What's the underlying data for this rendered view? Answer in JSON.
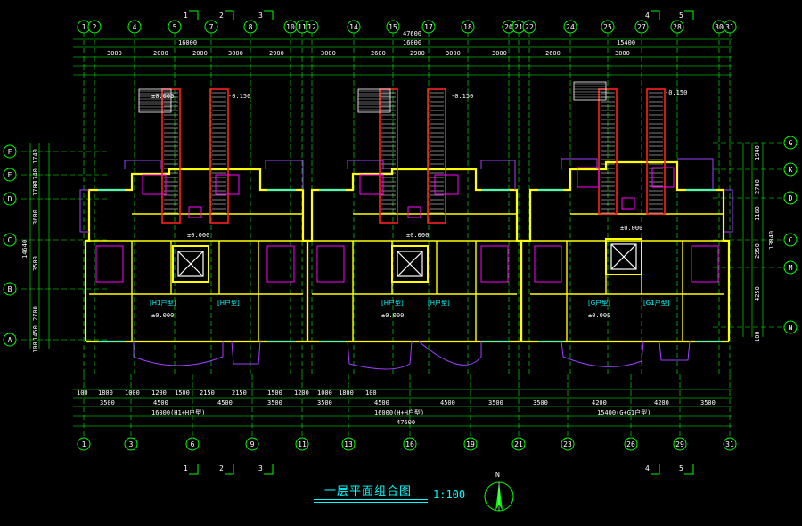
{
  "title": "一层平面组合图",
  "scale": "1:100",
  "north_label": "N",
  "colors": {
    "axis": "#00ff00",
    "wall": "#ffff00",
    "cyan": "#00ffff",
    "magenta": "#ff00ff",
    "red": "#ff2020",
    "purple": "#a040ff"
  },
  "axes_top": [
    "1",
    "2",
    "4",
    "5",
    "7",
    "8",
    "10",
    "11",
    "12",
    "14",
    "15",
    "17",
    "18",
    "20",
    "21",
    "22",
    "24",
    "25",
    "27",
    "28",
    "30",
    "31"
  ],
  "axes_bottom": [
    "1",
    "3",
    "6",
    "9",
    "11",
    "13",
    "16",
    "19",
    "21",
    "23",
    "26",
    "29",
    "31"
  ],
  "axes_left": [
    "F",
    "E",
    "D",
    "C",
    "B",
    "A"
  ],
  "axes_right": [
    "G",
    "K",
    "D",
    "C",
    "M",
    "N"
  ],
  "dims_top_total": "47600",
  "dims_top_units": [
    "16000",
    "16000",
    "15400"
  ],
  "dims_top_row1": [
    "3000",
    "2000",
    "2000",
    "3000",
    "2900",
    "3000",
    "2600",
    "2900",
    "3000",
    "3000",
    "2600",
    "3000"
  ],
  "dims_bottom_units": [
    "16000(H1+H户型)",
    "16000(H+H户型)",
    "15400(G+G1户型)"
  ],
  "dims_bottom_total": "47600",
  "dims_bottom_row": [
    "3500",
    "4500",
    "4500",
    "3500",
    "3500",
    "4500",
    "4500",
    "3500",
    "3500",
    "4200",
    "4200",
    "3500"
  ],
  "dims_bottom_fine": [
    "100",
    "1800",
    "1000",
    "1200",
    "1500",
    "2150",
    "2150",
    "1500",
    "1200",
    "1000",
    "1800",
    "100"
  ],
  "unit_labels": [
    "[H1户型]",
    "[H户型]",
    "[H户型]",
    "[H户型]",
    "[G户型]",
    "[G1户型]"
  ],
  "levels": [
    "±0.000",
    "-0.150",
    "±0.000",
    "±0.000",
    "-0.150",
    "±0.000",
    "±0.000",
    "-0.150",
    "±0.000",
    "±0.000"
  ],
  "section_marks": [
    "1",
    "2",
    "3",
    "4",
    "5"
  ],
  "left_dims": [
    "1740",
    "1740",
    "1700",
    "3600",
    "3500",
    "2700",
    "1450",
    "100"
  ],
  "right_dims": [
    "1940",
    "2700",
    "1160",
    "2950",
    "4250",
    "100"
  ],
  "left_total": "14640",
  "right_total": "13840"
}
